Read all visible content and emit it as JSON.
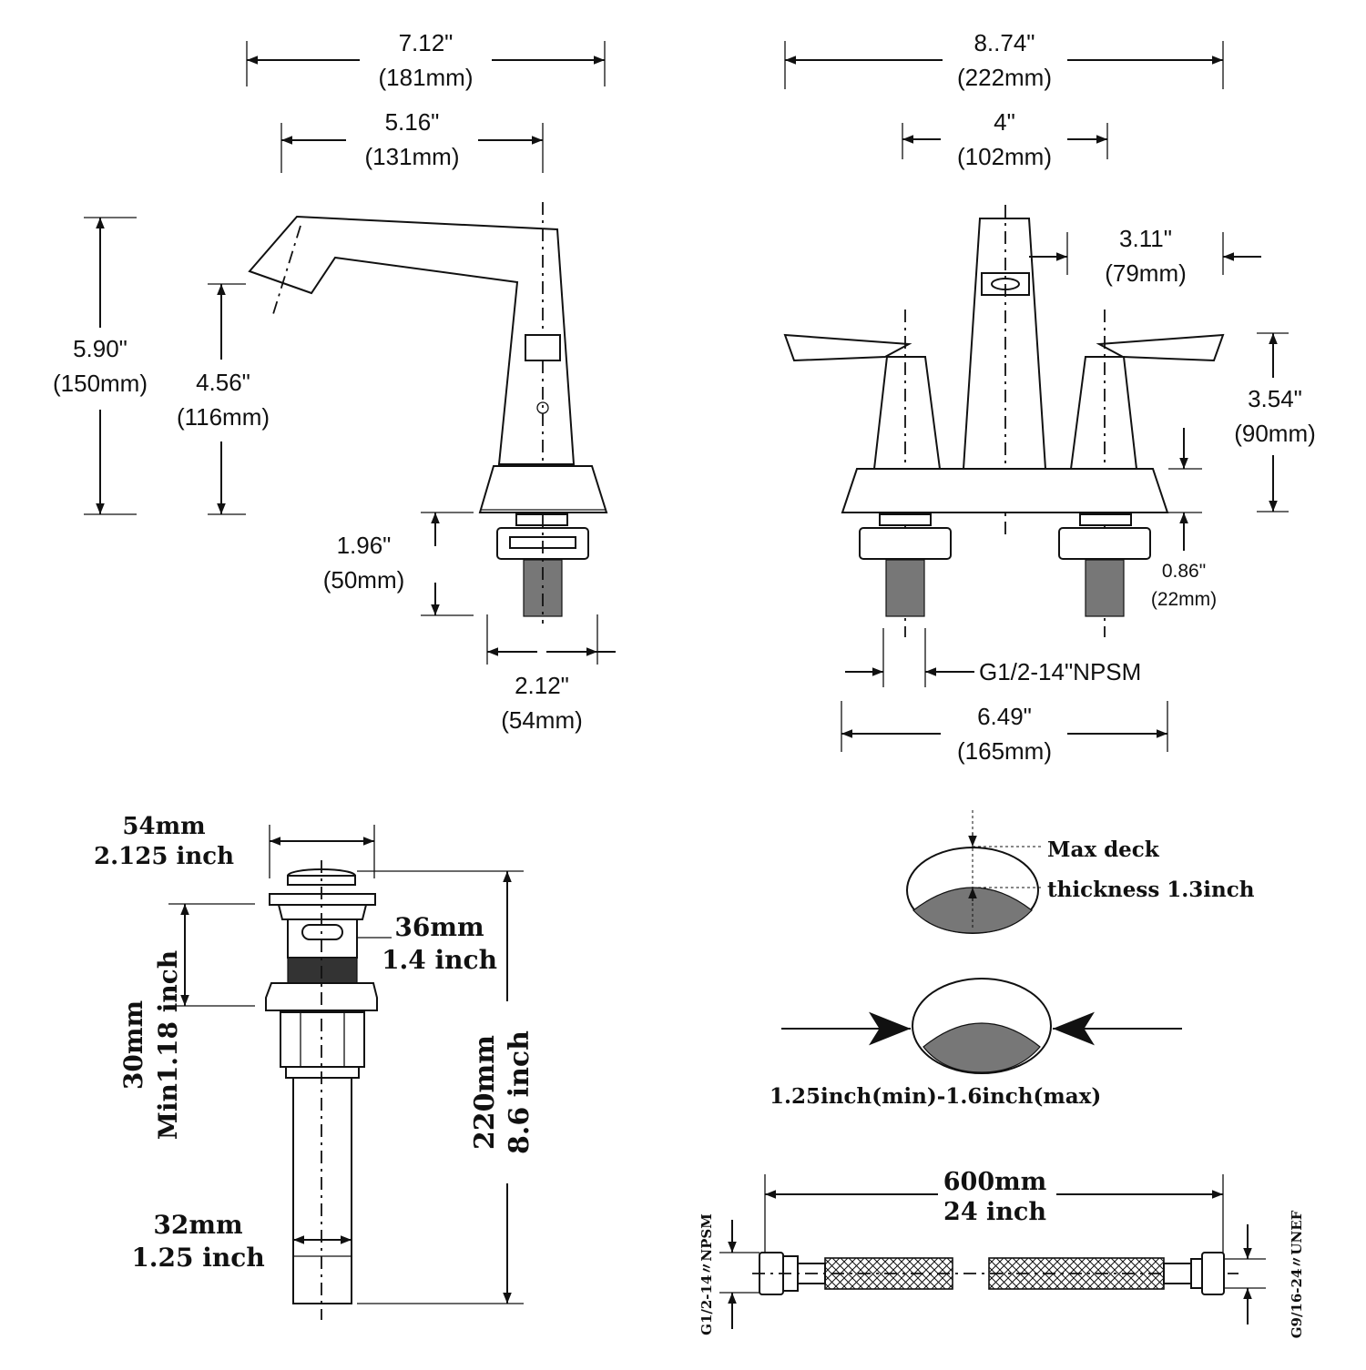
{
  "faucet_side": {
    "overall_width": {
      "in": "7.12\"",
      "mm": "(181mm)"
    },
    "spout_reach": {
      "in": "5.16\"",
      "mm": "(131mm)"
    },
    "total_height": {
      "in": "5.90\"",
      "mm": "(150mm)"
    },
    "spout_height": {
      "in": "4.56\"",
      "mm": "(116mm)"
    },
    "shank_length": {
      "in": "1.96\"",
      "mm": "(50mm)"
    },
    "base_width": {
      "in": "2.12\"",
      "mm": "(54mm)"
    }
  },
  "faucet_front": {
    "overall_width": {
      "in": "8..74\"",
      "mm": "(222mm)"
    },
    "center_spread": {
      "in": "4\"",
      "mm": "(102mm)"
    },
    "spout_to_handle": {
      "in": "3.11\"",
      "mm": "(79mm)"
    },
    "handle_height": {
      "in": "3.54\"",
      "mm": "(90mm)"
    },
    "base_height": {
      "in": "0.86\"",
      "mm": "(22mm)"
    },
    "thread": "G1/2-14\"NPSM",
    "base_length": {
      "in": "6.49\"",
      "mm": "(165mm)"
    }
  },
  "drain": {
    "cap_width": {
      "mm": "54mm",
      "in": "2.125 inch"
    },
    "body_width": {
      "mm": "36mm",
      "in": "1.4 inch"
    },
    "min_height": {
      "mm": "30mm",
      "in": "Min1.18 inch"
    },
    "total_length": {
      "mm": "220mm",
      "in": "8.6 inch"
    },
    "tail_width": {
      "mm": "32mm",
      "in": "1.25 inch"
    }
  },
  "deck": {
    "max_thickness": {
      "line1": "Max deck",
      "line2": "thickness 1.3inch"
    },
    "hole_range": "1.25inch(min)-1.6inch(max)"
  },
  "hose": {
    "length": {
      "mm": "600mm",
      "in": "24 inch"
    },
    "left_thread": "G1/2-14〃NPSM",
    "right_thread": "G9/16-24〃UNEF"
  }
}
